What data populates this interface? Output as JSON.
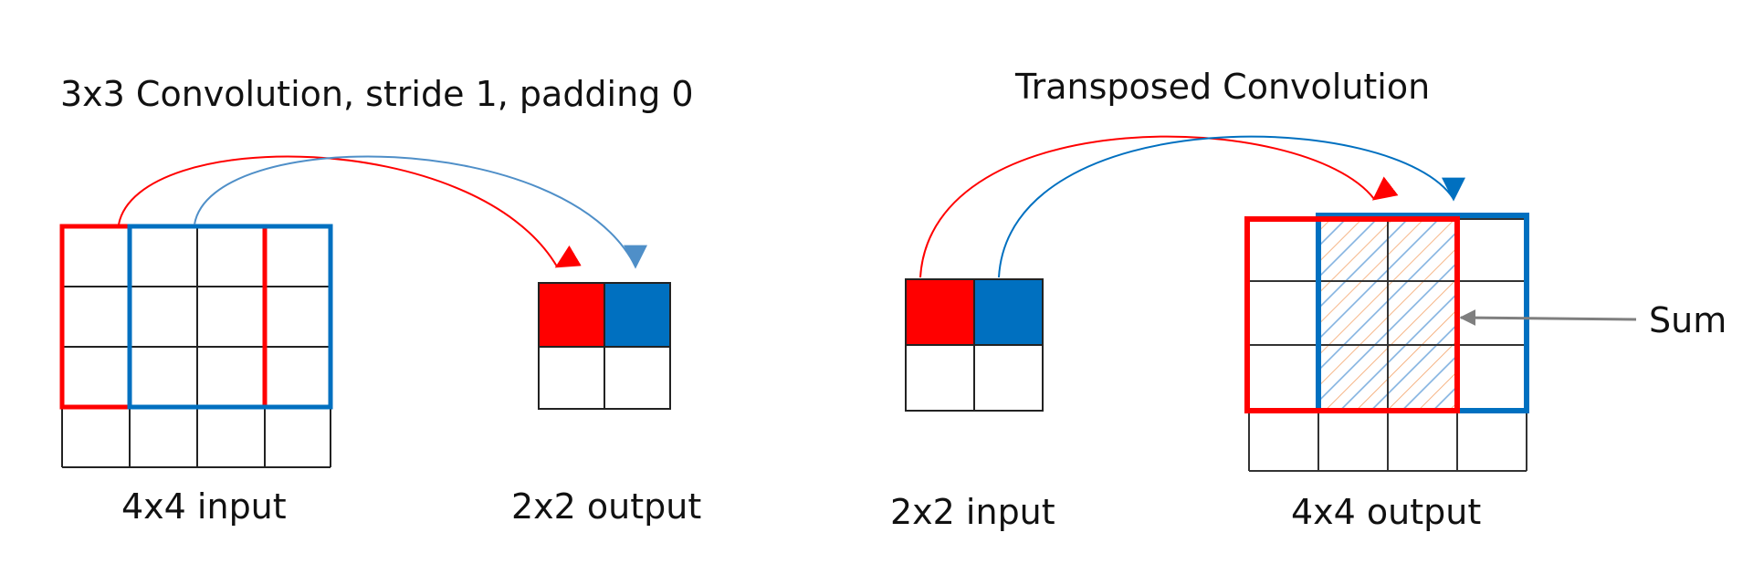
{
  "colors": {
    "red": "#ff0000",
    "blue": "#0070c0",
    "light_blue": "#4f8fc8",
    "grid": "#222222",
    "sum_arrow": "#7f7f7f",
    "hatch_orange": "#f4a46a",
    "hatch_blue": "#7fb0e0"
  },
  "left": {
    "title": "3x3 Convolution, stride 1, padding 0",
    "input_caption": "4x4 input",
    "output_caption": "2x2 output"
  },
  "right": {
    "title": "Transposed  Convolution",
    "input_caption": "2x2 input",
    "output_caption": "4x4 output",
    "sum_label": "Sum"
  }
}
